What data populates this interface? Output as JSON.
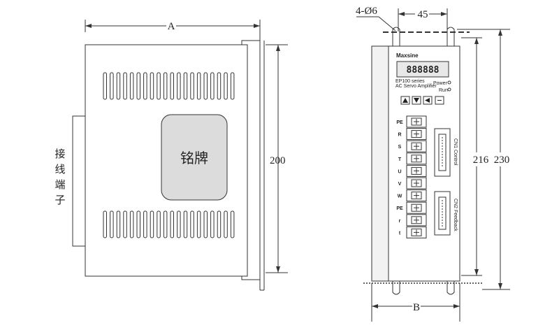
{
  "side_view": {
    "dim_width": "A",
    "dim_height": "200",
    "nameplate": "铭牌",
    "terminal_label": [
      "接",
      "线",
      "端",
      "子"
    ]
  },
  "front_view": {
    "hole_spec": "4-Ø6",
    "dim_top_width": "45",
    "dim_inner_height": "216",
    "dim_outer_height": "230",
    "dim_bottom_width": "B",
    "brand": "Maxsine",
    "display_digits": "888888",
    "series_line1": "EP100 series",
    "series_line2": "AC Servo Amplifier",
    "led_power": "Power",
    "led_run": "Run",
    "terminals": [
      "PE",
      "R",
      "S",
      "T",
      "U",
      "V",
      "W",
      "PE",
      "r",
      "t"
    ],
    "connector_top_label": "CN1 Control",
    "connector_bottom_label": "CN2 Feedback"
  }
}
